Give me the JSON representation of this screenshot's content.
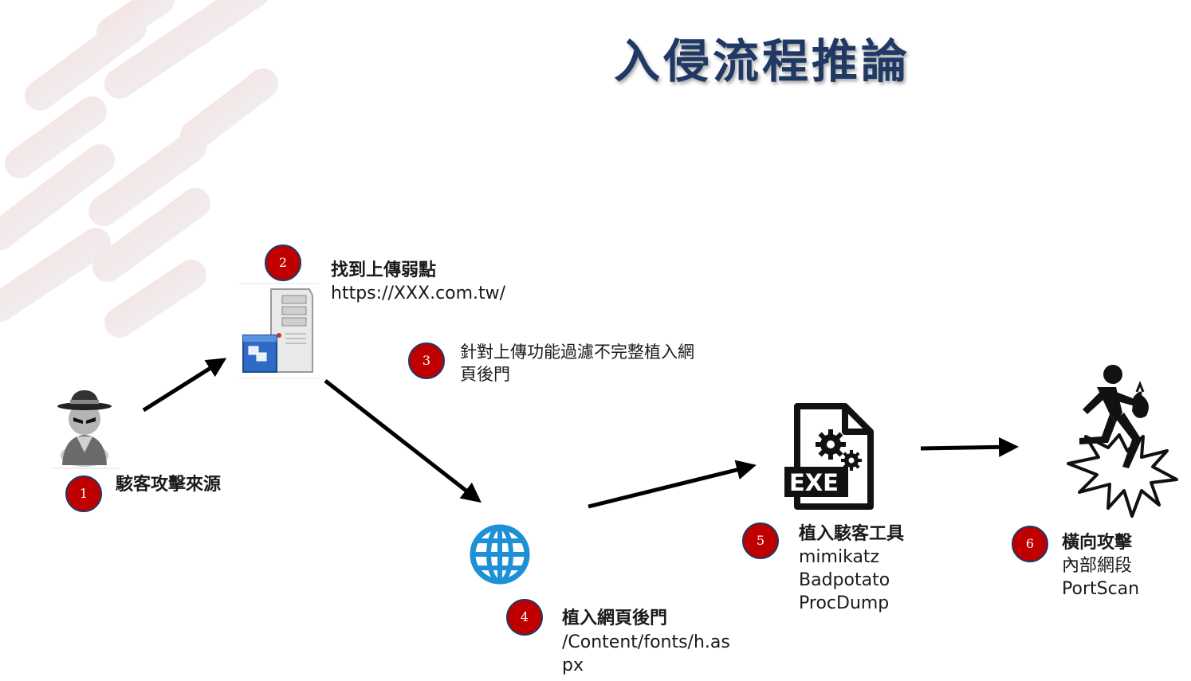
{
  "title": "入侵流程推論",
  "steps": [
    {
      "num": "1",
      "label": "駭客攻擊來源"
    },
    {
      "num": "2",
      "label": "找到上傳弱點",
      "detail": "https://XXX.com.tw/"
    },
    {
      "num": "3",
      "label_line1": "針對上傳功能過濾不完整植入網",
      "label_line2": "頁後門"
    },
    {
      "num": "4",
      "label": "植入網頁後門",
      "detail_line1": "/Content/fonts/h.as",
      "detail_line2": "px"
    },
    {
      "num": "5",
      "label": "植入駭客工具",
      "tools": [
        "mimikatz",
        "Badpotato",
        "ProcDump"
      ]
    },
    {
      "num": "6",
      "label": "橫向攻擊",
      "detail_line1": "內部網段",
      "detail_line2": "PortScan"
    }
  ],
  "icons": {
    "hacker": "hacker-icon",
    "server": "server-icon",
    "web": "globe-icon",
    "exe": "exe-file-icon",
    "lateral": "lateral-attack-icon"
  },
  "colors": {
    "title": "#1f3864",
    "badge": "#c00000",
    "arrow": "#000000"
  }
}
